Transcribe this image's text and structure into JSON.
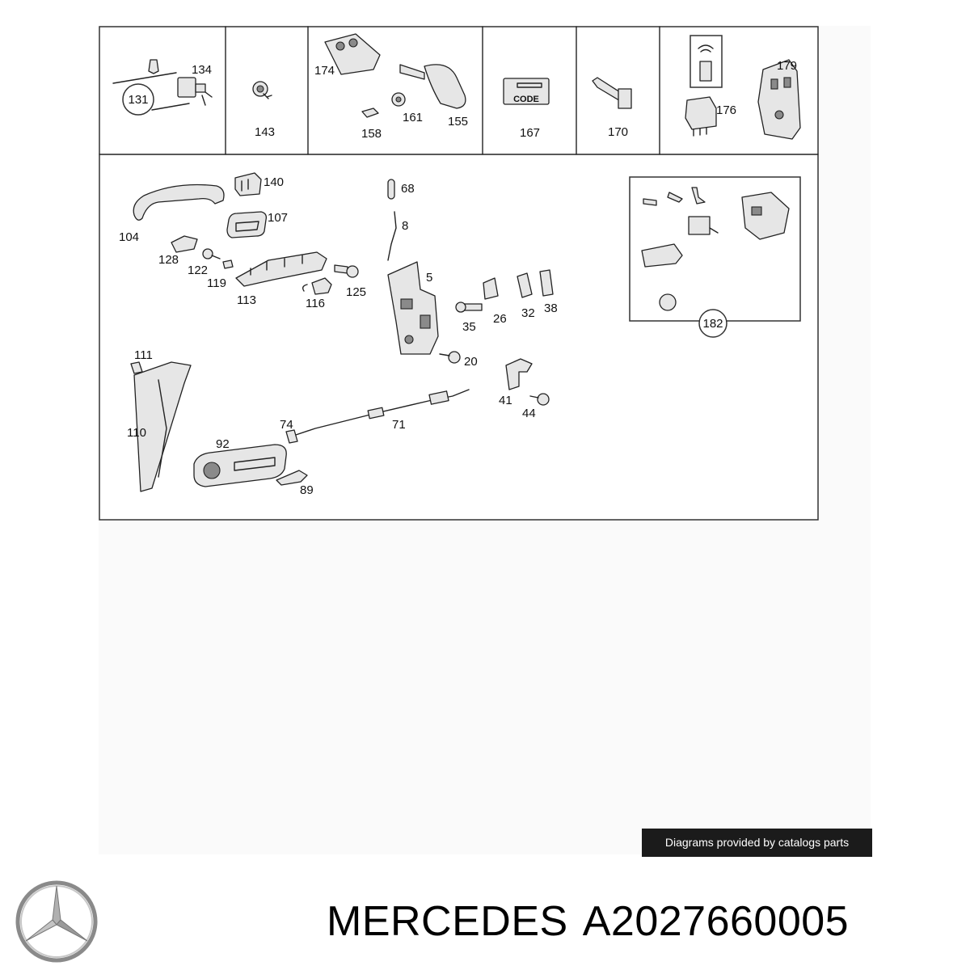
{
  "diagram": {
    "callouts": {
      "p131": "131",
      "p134": "134",
      "p143": "143",
      "p174": "174",
      "p161": "161",
      "p155": "155",
      "p158": "158",
      "p167": "167",
      "p170": "170",
      "p176": "176",
      "p179": "179",
      "p140": "140",
      "p107": "107",
      "p104": "104",
      "p128": "128",
      "p122": "122",
      "p119": "119",
      "p113": "113",
      "p116": "116",
      "p125": "125",
      "p68": "68",
      "p8": "8",
      "p5": "5",
      "p35": "35",
      "p26": "26",
      "p32": "32",
      "p38": "38",
      "p182": "182",
      "p20": "20",
      "p111": "111",
      "p110": "110",
      "p41": "41",
      "p44": "44",
      "p74": "74",
      "p71": "71",
      "p92": "92",
      "p89": "89"
    },
    "code_card_label": "CODE"
  },
  "footer": {
    "credit": "Diagrams provided by catalogs parts",
    "brand": "MERCEDES",
    "part_number": "A2027660005"
  },
  "icons": {
    "logo": "mercedes-star-icon"
  },
  "colors": {
    "credit_bg": "#1b1b1b",
    "credit_text": "#ffffff",
    "text": "#000000"
  }
}
